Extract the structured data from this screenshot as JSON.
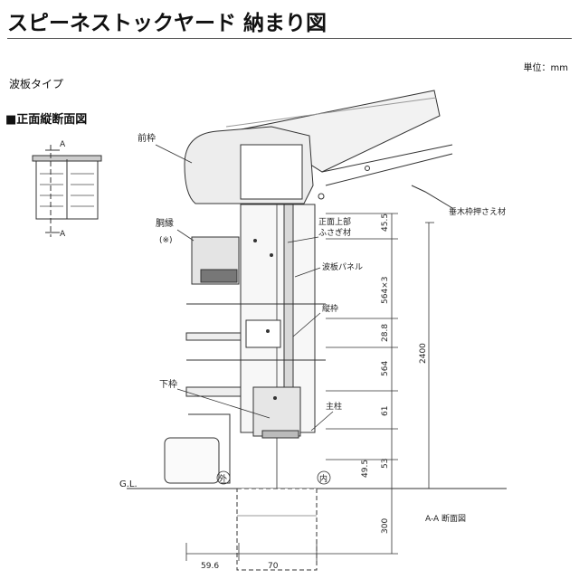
{
  "header": {
    "title": "スピーネストックヤード 納まり図",
    "unit": "単位：mm",
    "subtitle": "波板タイプ",
    "section": "■正面縦断面図"
  },
  "keymap": {
    "marker_top": "A",
    "marker_bottom": "A"
  },
  "labels": {
    "front_frame": "前枠",
    "rafter_clip": "垂木枠押さえ材",
    "body_edge": "胴縁",
    "note_mark": "(※)",
    "front_top_cover_1": "正面上部",
    "front_top_cover_2": "ふさぎ材",
    "corrugated_panel": "波板パネル",
    "vertical_frame": "縦枠",
    "lower_frame": "下枠",
    "main_post": "主柱",
    "gl": "G.L.",
    "outside": "外",
    "inside": "内",
    "section_name": "A-A 断面図"
  },
  "dimensions": {
    "d_45_5": "45.5",
    "d_564x3": "564×3",
    "d_2400": "2400",
    "d_28_8": "28.8",
    "d_564": "564",
    "d_61": "61",
    "d_49_5": "49.5",
    "d_53": "53",
    "d_300": "300",
    "d_59_6": "59.6",
    "d_70": "70"
  }
}
